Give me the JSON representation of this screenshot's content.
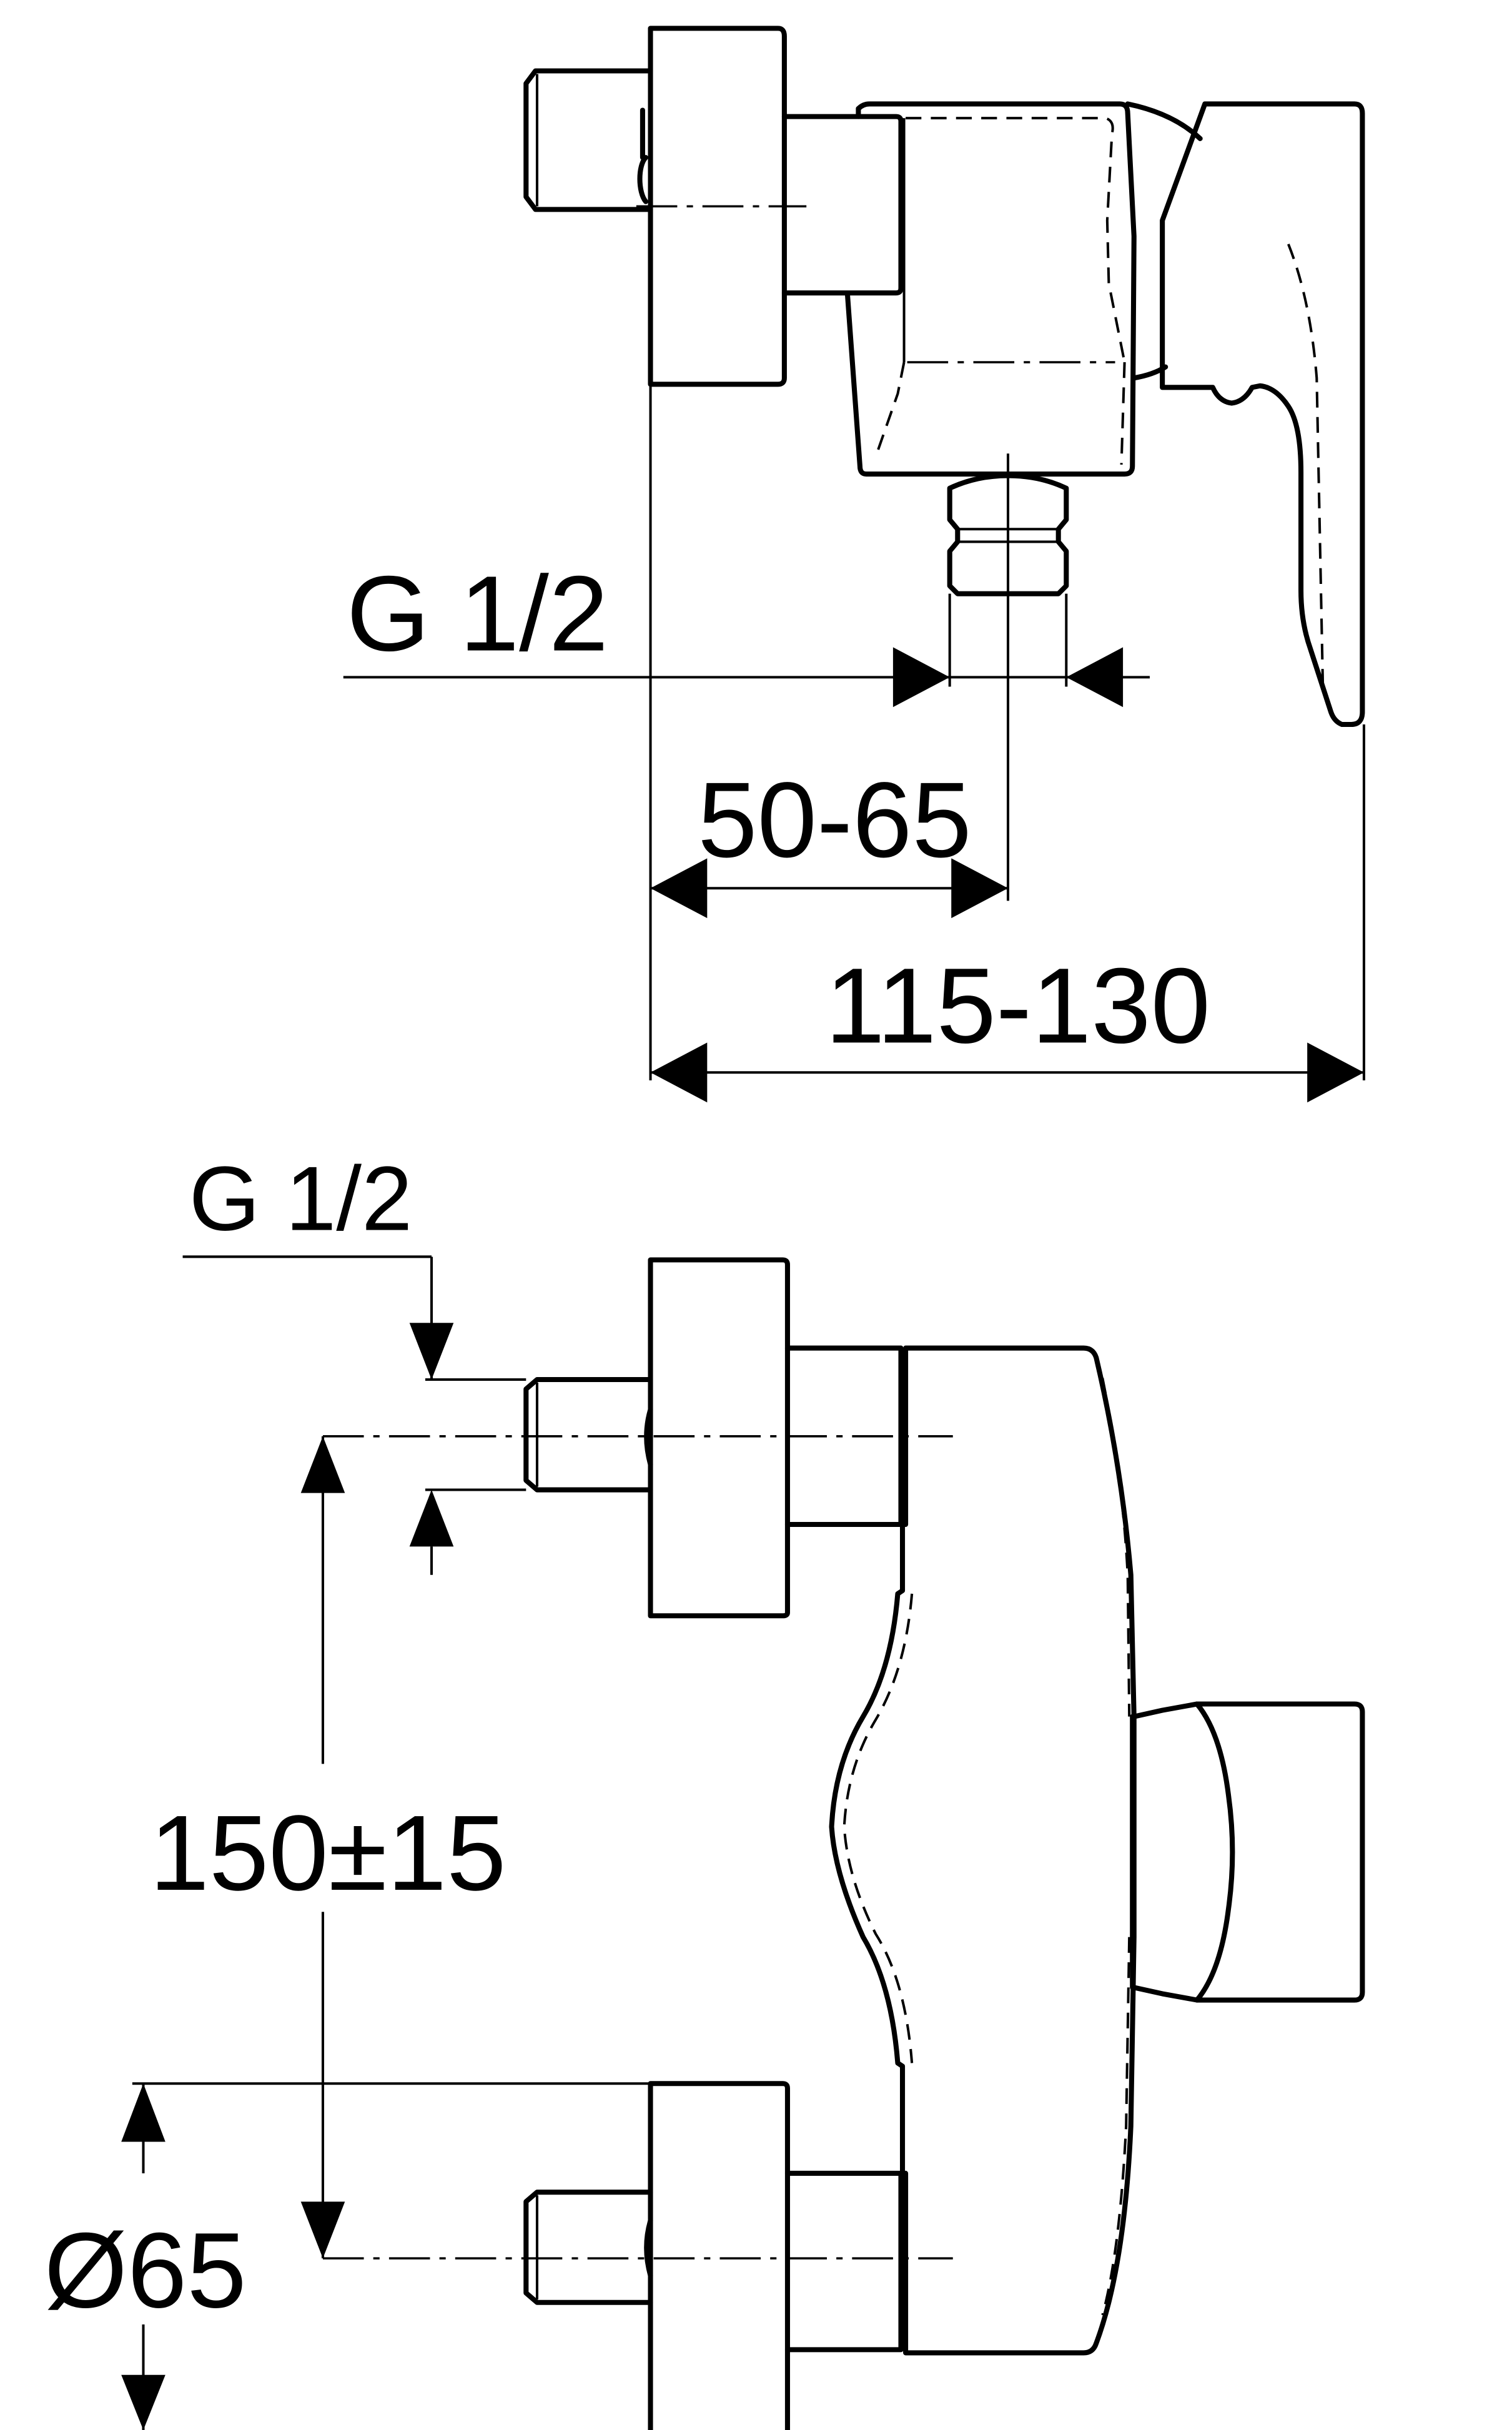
{
  "drawing": {
    "title": "Shower mixer dimension drawing",
    "ink_color": "#000000",
    "background_color": "#ffffff",
    "side_view": {
      "thread_label": "G 1/2",
      "outlet_offset_label": "50-65",
      "total_depth_label": "115-130"
    },
    "front_view": {
      "thread_label": "G 1/2",
      "center_distance_label": "150±15",
      "flange_diameter_label": "Ø65"
    }
  }
}
